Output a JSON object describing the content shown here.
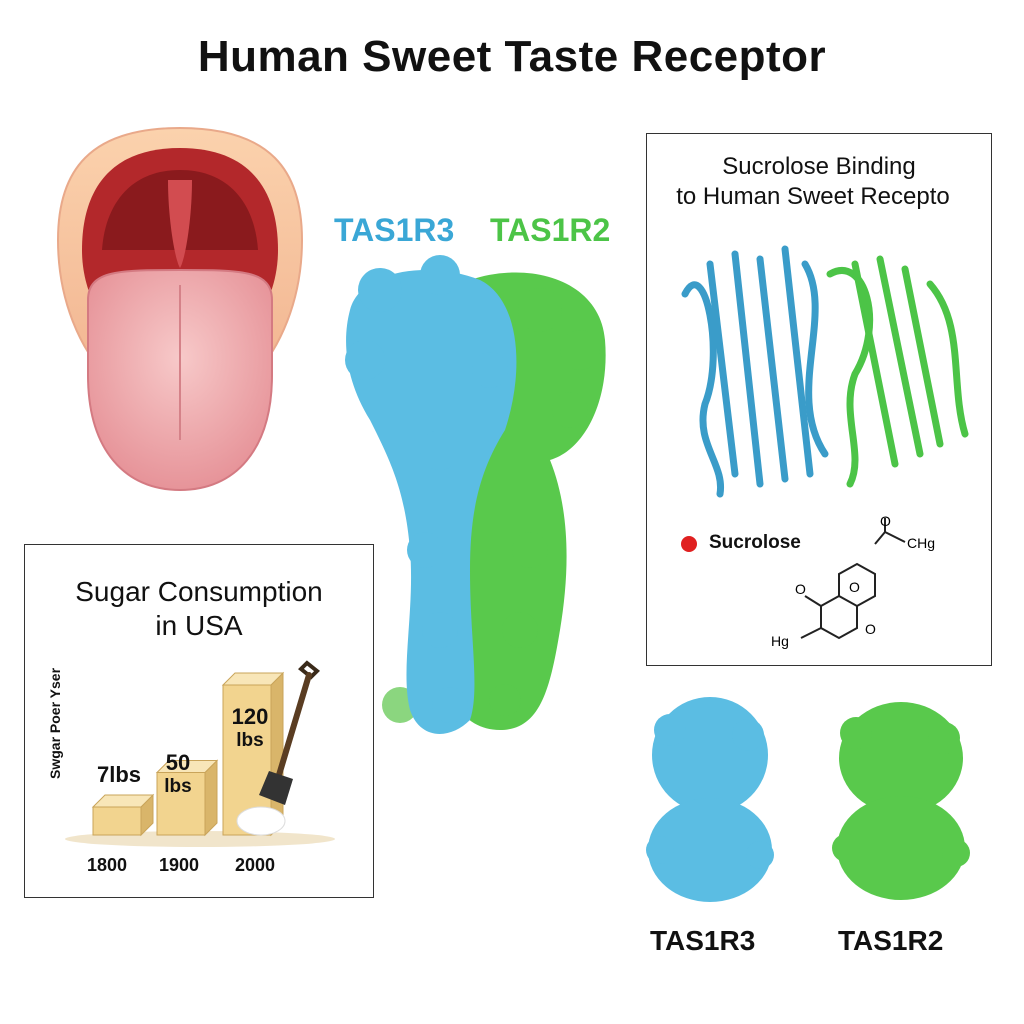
{
  "title": "Human Sweet Taste Receptor",
  "labels": {
    "tas1r3": "TAS1R3",
    "tas1r2": "TAS1R2"
  },
  "binding_panel": {
    "title_line1": "Sucrolose Binding",
    "title_line2": "to Human Sweet Recepto",
    "legend_label": "Sucrolose",
    "molecule_labels": {
      "o1": "O",
      "ch": "CHg",
      "o2": "O",
      "o3": "O",
      "o4": "O",
      "hg": "Hg"
    }
  },
  "sugar_panel": {
    "title_line1": "Sugar Consumption",
    "title_line2": "in USA",
    "ylabel": "Swgar Poer Yser",
    "bars": [
      {
        "year": "1800",
        "value_text": "7lbs",
        "value": 7
      },
      {
        "year": "1900",
        "value_text_l1": "50",
        "value_text_l2": "lbs",
        "value": 50
      },
      {
        "year": "2000",
        "value_text_l1": "120",
        "value_text_l2": "lbs",
        "value": 120
      }
    ]
  },
  "colors": {
    "tas1r3": "#5bbde3",
    "tas1r2": "#59c94c",
    "sugar_block": "#f2d48f",
    "sucrolose_dot": "#e02020"
  }
}
